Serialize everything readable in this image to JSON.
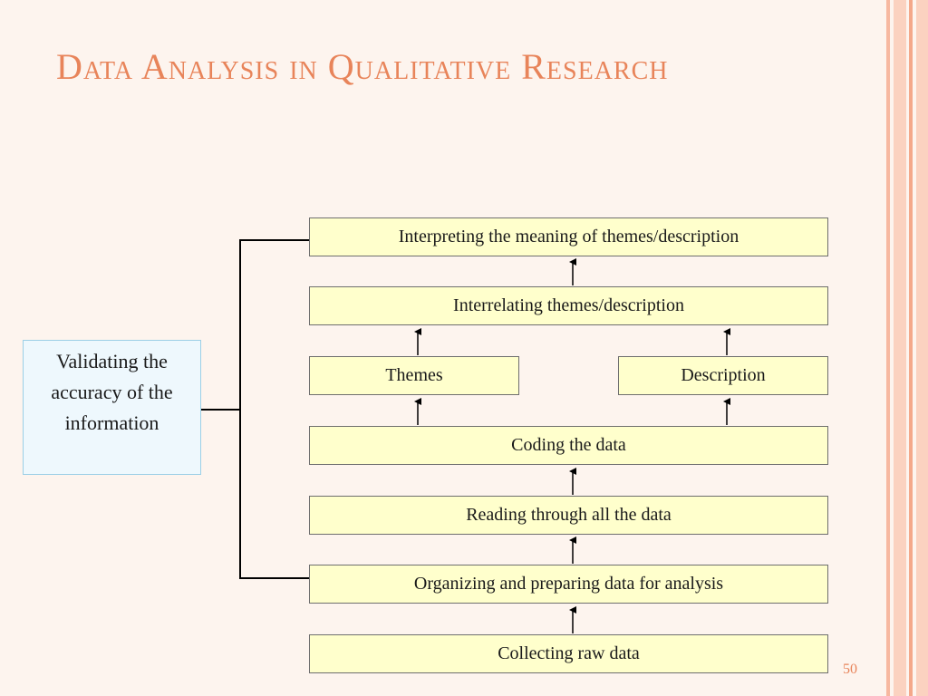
{
  "title": "Data Analysis in Qualitative Research",
  "validate_label": "Validating the accuracy of the information",
  "steps": {
    "interpret": "Interpreting the meaning of themes/description",
    "interrelate": "Interrelating themes/description",
    "themes": "Themes",
    "description": "Description",
    "coding": "Coding the data",
    "reading": "Reading through all the data",
    "organizing": "Organizing and preparing data for analysis",
    "collecting": "Collecting raw data"
  },
  "page_number": "50",
  "colors": {
    "title": "#e8845a",
    "step_fill": "#ffffcc",
    "validate_fill": "#eef8fd",
    "stripe": "#f4a88a"
  }
}
